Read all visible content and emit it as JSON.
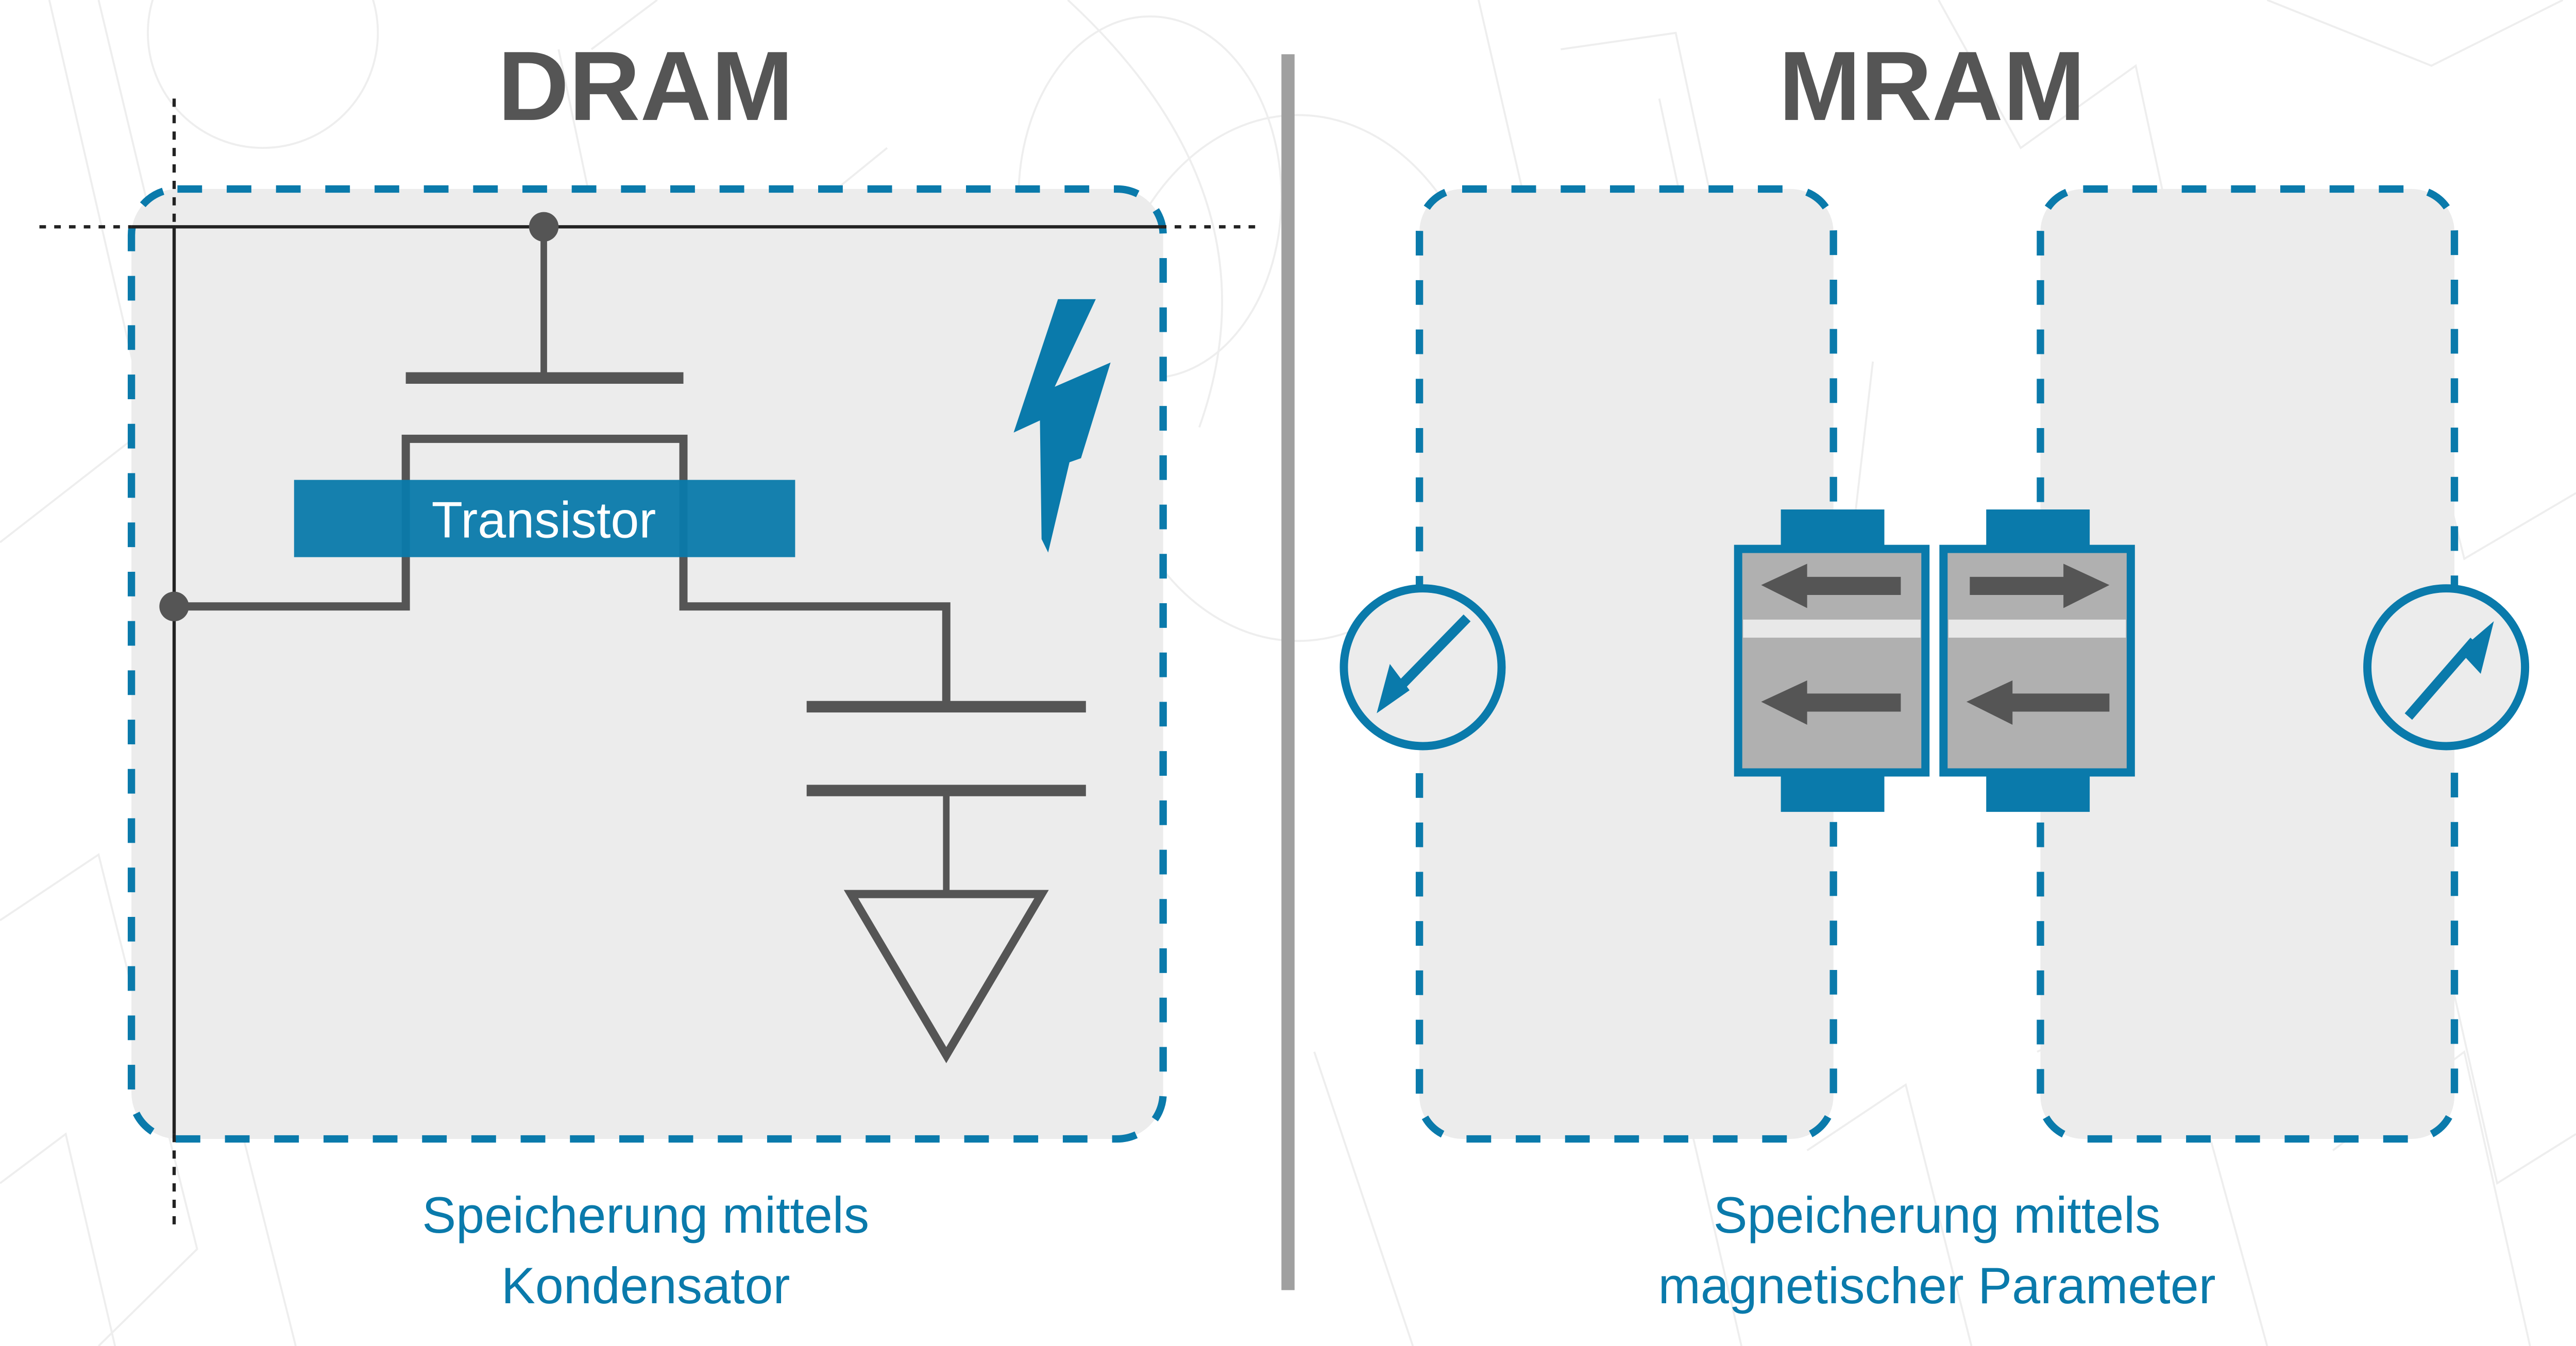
{
  "colors": {
    "accent": "#0a7aab",
    "panel_fill": "#ececec",
    "wire": "#555555",
    "divider": "#a0a0a0",
    "title": "#555555",
    "mtj_layer": "#b0b0b0",
    "mtj_barrier": "#e8e8e8"
  },
  "dram": {
    "title": "DRAM",
    "transistor_label": "Transistor",
    "caption_line1": "Speicherung mittels",
    "caption_line2": "Kondensator",
    "icons": [
      "lightning-bolt-icon",
      "ground-symbol-icon",
      "capacitor-symbol-icon"
    ]
  },
  "mram": {
    "title": "MRAM",
    "caption_line1": "Speicherung mittels",
    "caption_line2": "magnetischer Parameter",
    "cells": [
      {
        "free_layer_direction": "left",
        "fixed_layer_direction": "left",
        "meter": "low"
      },
      {
        "free_layer_direction": "right",
        "fixed_layer_direction": "left",
        "meter": "high"
      }
    ]
  }
}
